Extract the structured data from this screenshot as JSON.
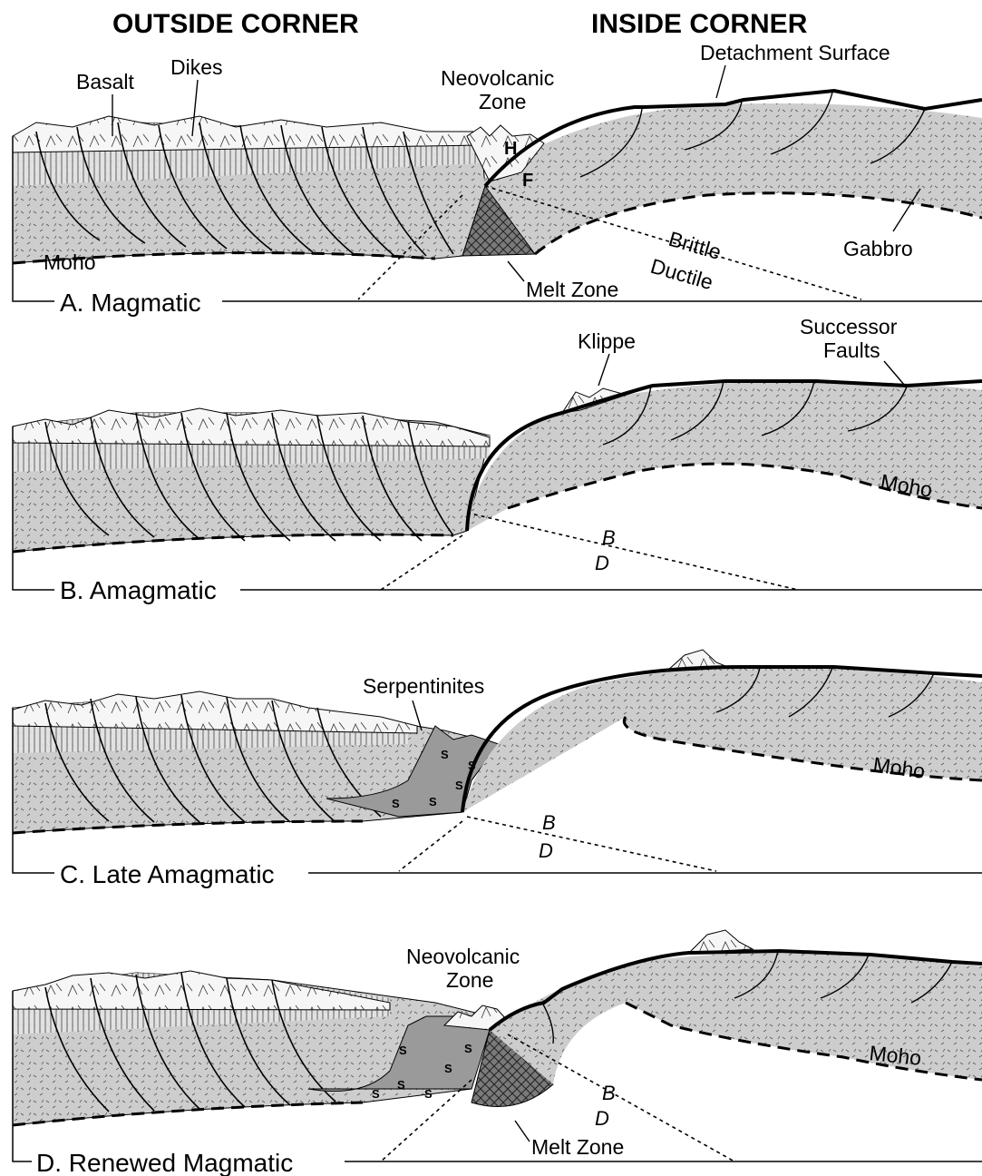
{
  "headers": {
    "outside": "OUTSIDE CORNER",
    "inside": "INSIDE CORNER"
  },
  "panels": [
    {
      "title": "A. Magmatic",
      "labels": {
        "basalt": "Basalt",
        "dikes": "Dikes",
        "neovolcanic_1": "Neovolcanic",
        "neovolcanic_2": "Zone",
        "detachment": "Detachment Surface",
        "h": "H",
        "f": "F",
        "moho": "Moho",
        "melt_zone": "Melt Zone",
        "brittle": "Brittle",
        "ductile": "Ductile",
        "gabbro": "Gabbro"
      }
    },
    {
      "title": "B. Amagmatic",
      "labels": {
        "klippe": "Klippe",
        "successor_1": "Successor",
        "successor_2": "Faults",
        "moho": "Moho",
        "b": "B",
        "d": "D"
      }
    },
    {
      "title": "C. Late Amagmatic",
      "labels": {
        "serpentinites": "Serpentinites",
        "moho": "Moho",
        "b": "B",
        "d": "D",
        "s": "S"
      }
    },
    {
      "title": "D. Renewed Magmatic",
      "labels": {
        "neovolcanic_1": "Neovolcanic",
        "neovolcanic_2": "Zone",
        "moho": "Moho",
        "melt_zone": "Melt Zone",
        "b": "B",
        "d": "D",
        "s": "S"
      }
    }
  ],
  "colors": {
    "crust_fill": "#c9c9c9",
    "melt_fill": "#6e6e6e",
    "basalt_fill": "#f2f2f2",
    "line": "#000000"
  }
}
